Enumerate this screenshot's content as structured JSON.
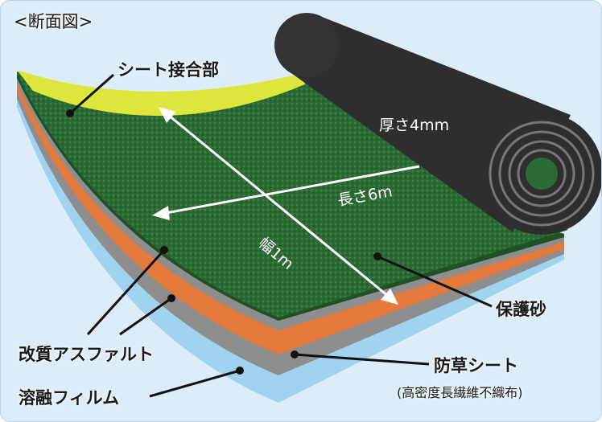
{
  "title": "<断面図>",
  "labels": {
    "joint": "シート接合部",
    "thickness": "厚さ4mm",
    "length": "長さ6m",
    "width": "幅1m",
    "sand": "保護砂",
    "asphalt": "改質アスファルト",
    "weed_sheet": "防草シート",
    "weed_sheet_sub": "(高密度長繊維不織布)",
    "film": "溶融フィルム"
  },
  "colors": {
    "background": "#dcedf9",
    "green": "#2c6a35",
    "yellow": "#dde63a",
    "gray": "#8e8e8e",
    "orange": "#e47a3c",
    "lightblue": "#9fd3f0",
    "roll": "#2e2e2e"
  }
}
